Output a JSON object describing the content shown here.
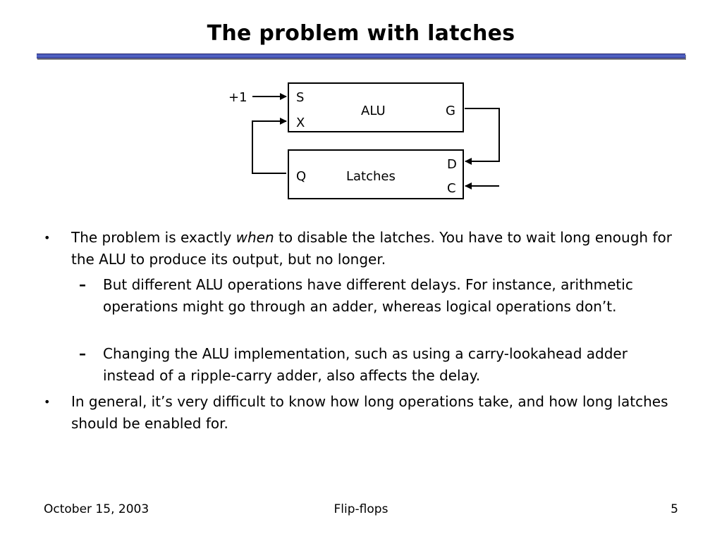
{
  "slide": {
    "title": "The problem with latches"
  },
  "diagram": {
    "input_plus_one": "+1",
    "alu": {
      "label": "ALU",
      "port_s": "S",
      "port_x": "X",
      "port_g": "G"
    },
    "latches": {
      "label": "Latches",
      "port_q": "Q",
      "port_d": "D",
      "port_c": "C"
    }
  },
  "bullets": {
    "b1_part1": "The problem is exactly ",
    "b1_emph": "when",
    "b1_part2": " to disable the latches. You have to wait long enough for the ALU to produce its output, but no longer.",
    "s1": "But different ALU operations have different delays. For instance, arithmetic operations might go through an adder, whereas logical operations don’t.",
    "s2": "Changing the ALU implementation, such as using a carry-lookahead adder instead of a ripple-carry adder, also affects the delay.",
    "b2": "In general, it’s very difficult to know how long operations take, and how long latches should be enabled for.",
    "bullet_marker": "•",
    "dash_marker": "–"
  },
  "footer": {
    "date": "October 15, 2003",
    "topic": "Flip-flops",
    "page_number": "5"
  }
}
